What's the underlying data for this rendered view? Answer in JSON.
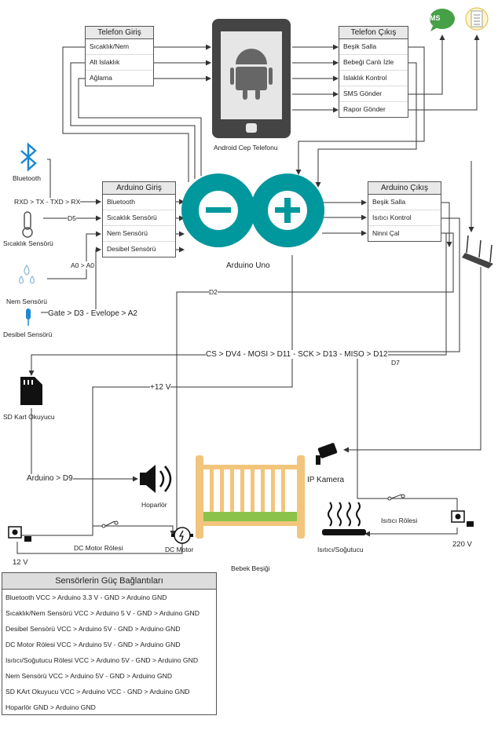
{
  "telefon_giris": {
    "title": "Telefon Giriş",
    "items": [
      "Sıcaklık/Nem",
      "Alt Islaklık",
      "Ağlama"
    ]
  },
  "telefon_cikis": {
    "title": "Telefon Çıkış",
    "items": [
      "Beşik Salla",
      "Bebeği Canlı İzle",
      "Islaklık Kontrol",
      "SMS Gönder",
      "Rapor Gönder"
    ]
  },
  "arduino_giris": {
    "title": "Arduino Giriş",
    "items": [
      "Bluetooth",
      "Sıcaklık Sensörü",
      "Nem Sensörü",
      "Desibel Sensörü"
    ]
  },
  "arduino_cikis": {
    "title": "Arduino Çıkış",
    "items": [
      "Beşik Salla",
      "Isıtıcı Kontrol",
      "Ninni Çal"
    ]
  },
  "labels": {
    "android_phone": "Android Cep Telefonu",
    "arduino_uno": "Arduino Uno",
    "bluetooth": "Bluetooth",
    "temp_sensor": "Sıcaklık Sensörü",
    "hum_sensor": "Nem Sensörü",
    "db_sensor": "Desibel Sensörü",
    "sd_reader": "SD Kart Okuyucu",
    "speaker": "Hoparlör",
    "motor_relay": "DC Motor Rölesi",
    "dc_motor": "DC Motor",
    "v12": "12 V",
    "crib": "Bebek Beşiği",
    "ip_camera": "IP Kamera",
    "heater_relay": "Isıtıcı Rölesi",
    "heater": "Isıtıcı/Soğutucu",
    "v220": "220 V",
    "sms": "SMS"
  },
  "wires": {
    "rxd": "RXD > TX - TXD > RX",
    "d5": "D5",
    "a0": "A0 > A0",
    "gate": "Gate > D3 - Evelope > A2",
    "d2": "D2",
    "spi": "CS > DV4 - MOSI > D11 - SCK > D13 - MISO > D12",
    "d7": "D7",
    "plus12": "+12 V",
    "d9": "Arduino > D9"
  },
  "power": {
    "title": "Sensörlerin Güç Bağlantıları",
    "rows": [
      "Bluetooth VCC > Arduino 3.3 V - GND > Arduino GND",
      "Sıcaklık/Nem Sensörü VCC > Arduino 5 V - GND > Arduino GND",
      "Desibel Sensörü VCC > Arduino 5V - GND > Arduino GND",
      "DC Motor Rölesi VCC > Arduino 5V - GND > Arduino GND",
      "Isıtıcı/Soğutucu Rölesi VCC > Arduino 5V - GND > Arduino GND",
      "Nem Sensörü VCC > Arduino 5V - GND > Arduino GND",
      "SD KArt Okuyucu VCC > Arduino VCC - GND > Arduino GND",
      "Hoparlör GND > Arduino GND"
    ]
  },
  "colors": {
    "arduino": "#00979d",
    "android": "#444444",
    "sms": "#46a046",
    "bluetooth": "#1e88d2",
    "crib": "#f2c57c",
    "mattress": "#8bc34a"
  }
}
